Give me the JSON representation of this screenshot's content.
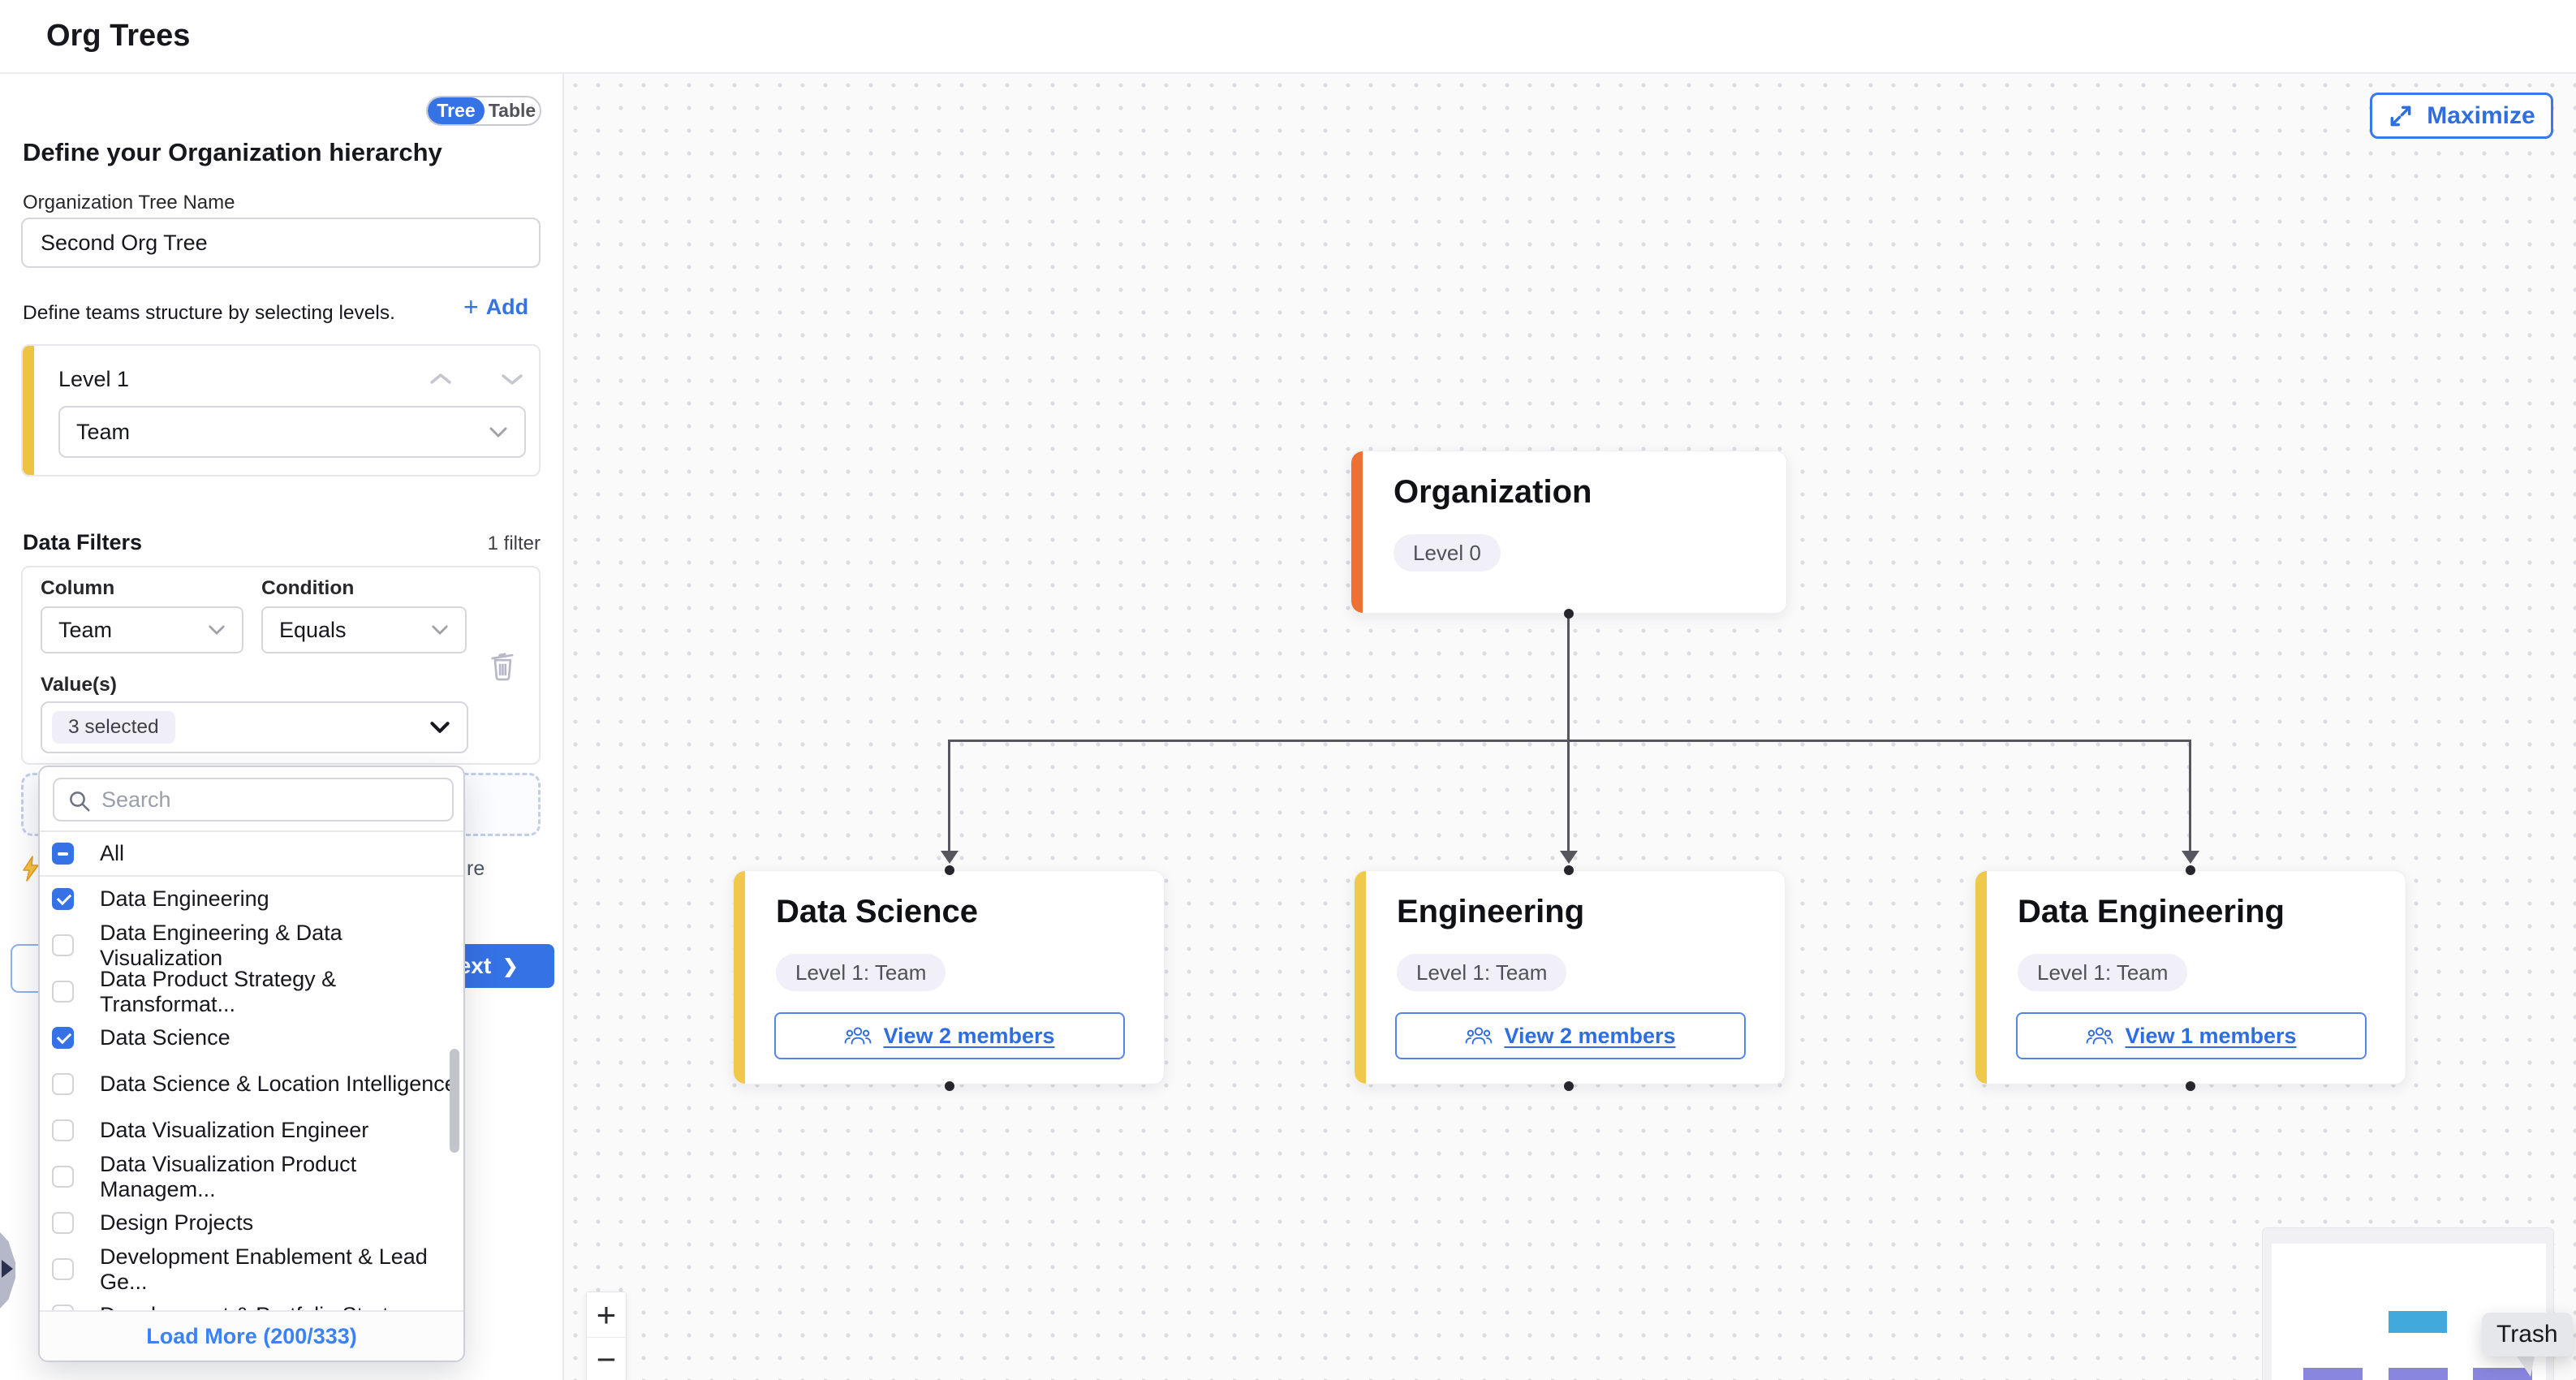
{
  "header": {
    "title": "Org Trees"
  },
  "sidebar": {
    "view_toggle": {
      "tree": "Tree",
      "table": "Table",
      "active": "Tree"
    },
    "heading": "Define your Organization hierarchy",
    "tree_name": {
      "label": "Organization Tree Name",
      "value": "Second Org Tree"
    },
    "levels": {
      "hint": "Define teams structure by selecting levels.",
      "add_label": "Add",
      "items": [
        {
          "title": "Level 1",
          "type_value": "Team"
        }
      ]
    },
    "filters": {
      "title": "Data Filters",
      "count_label": "1 filter",
      "column_label": "Column",
      "column_value": "Team",
      "condition_label": "Condition",
      "condition_value": "Equals",
      "values_label": "Value(s)",
      "values_selected": "3 selected"
    },
    "background_fragment": {
      "text_fragment": "re"
    },
    "footer": {
      "next_label": "Next",
      "next_chevron": "❯"
    },
    "dropdown": {
      "search_placeholder": "Search",
      "select_all": {
        "label": "All",
        "state": "indeterminate"
      },
      "items": [
        {
          "label": "Data Engineering",
          "checked": true
        },
        {
          "label": "Data Engineering & Data Visualization",
          "checked": false
        },
        {
          "label": "Data Product Strategy & Transformat...",
          "checked": false
        },
        {
          "label": "Data Science",
          "checked": true
        },
        {
          "label": "Data Science & Location Intelligence",
          "checked": false
        },
        {
          "label": "Data Visualization Engineer",
          "checked": false
        },
        {
          "label": "Data Visualization Product Managem...",
          "checked": false
        },
        {
          "label": "Design Projects",
          "checked": false
        },
        {
          "label": "Development Enablement & Lead Ge...",
          "checked": false
        },
        {
          "label": "Development & Portfolio Strat...",
          "checked": false
        }
      ],
      "load_more_label": "Load More (200/333)"
    }
  },
  "canvas": {
    "maximize_label": "Maximize",
    "root_node": {
      "title": "Organization",
      "badge": "Level 0"
    },
    "child_nodes": [
      {
        "title": "Data Science",
        "badge": "Level 1: Team",
        "members_label": "View 2 members"
      },
      {
        "title": "Engineering",
        "badge": "Level 1: Team",
        "members_label": "View 2 members"
      },
      {
        "title": "Data Engineering",
        "badge": "Level 1: Team",
        "members_label": "View 1 members"
      }
    ],
    "zoom_in": "+",
    "zoom_out": "−",
    "trash_tooltip": "Trash"
  },
  "icons": {
    "plus": "+"
  },
  "colors": {
    "accent_blue": "#3572e6",
    "link_blue": "#2f6ee0",
    "root_accent_orange": "#ee7133",
    "level_accent_yellow": "#eec344",
    "child_accent_yellow": "#efc94c",
    "badge_bg": "#f1f0f8",
    "canvas_bg": "#fafafa",
    "minimap_root_blue": "#41a9db",
    "minimap_child_purple": "#8886de"
  }
}
